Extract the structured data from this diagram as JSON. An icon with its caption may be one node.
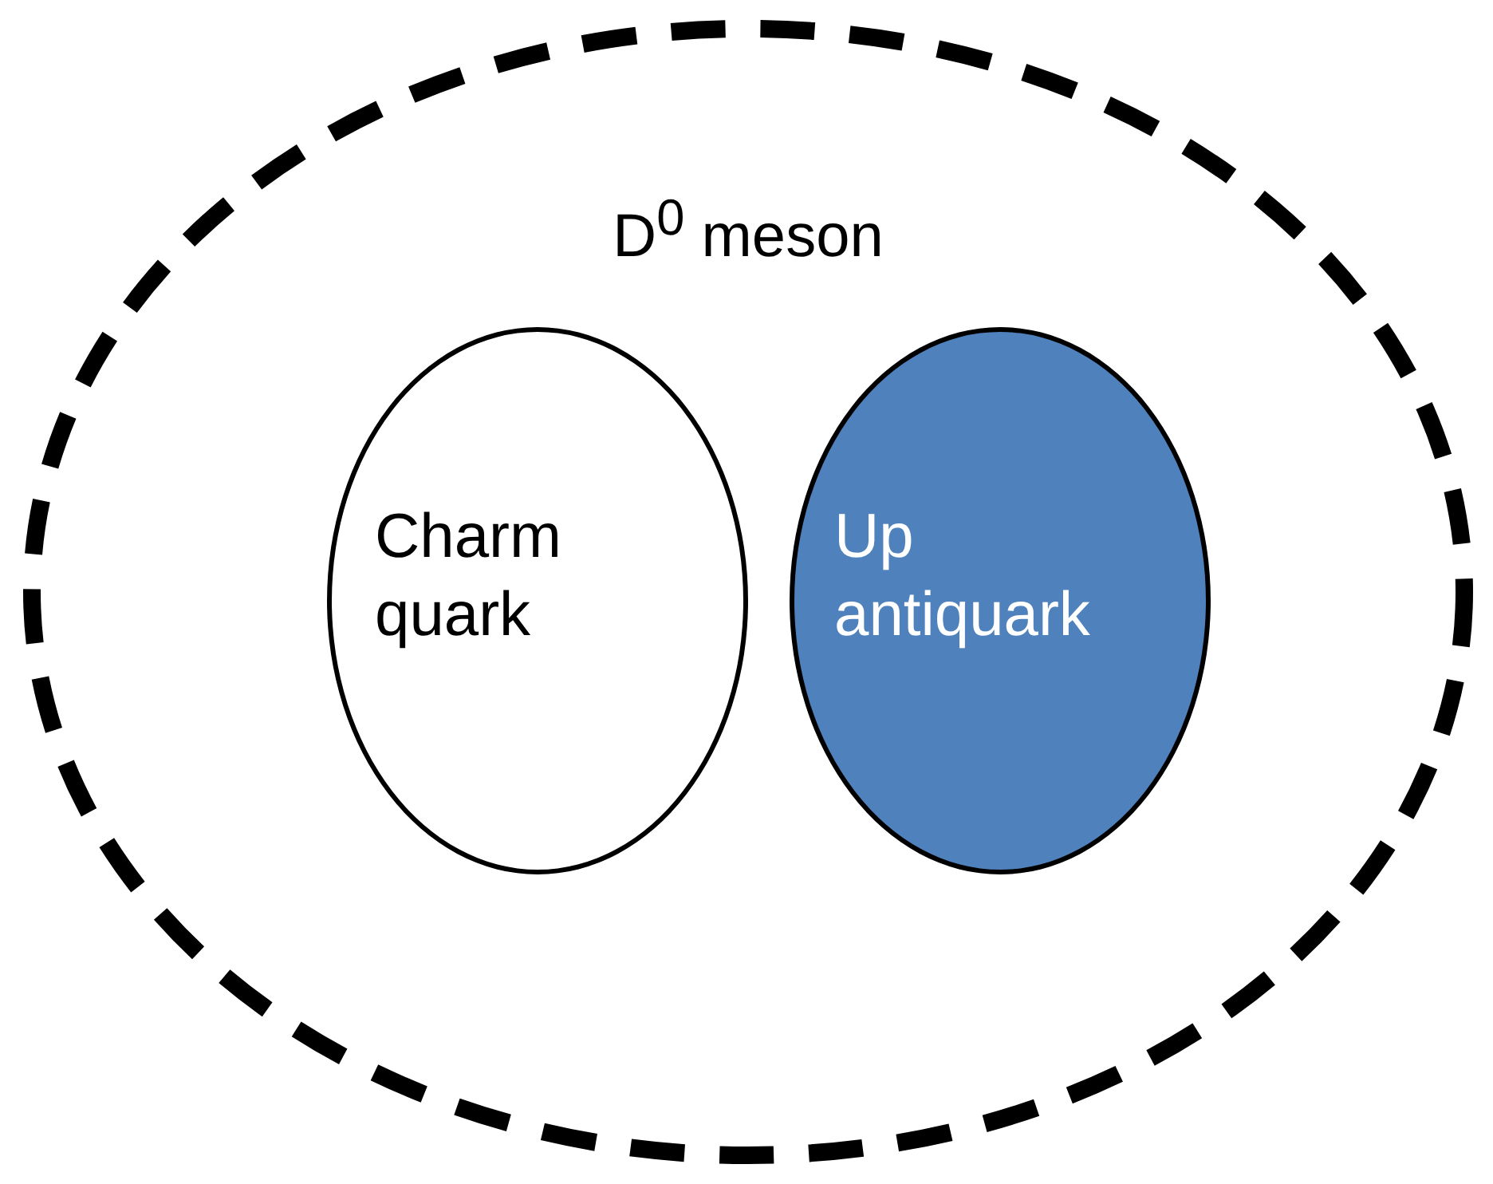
{
  "diagram": {
    "nodes": [
      {
        "text": [
          "D$^{0}$ meson"
        ]
      },
      {
        "text": [
          "Charm quark"
        ],
        "in": 0
      },
      {
        "text": [
          "Up antiquark"
        ],
        "in": 0
      }
    ]
  }
}
